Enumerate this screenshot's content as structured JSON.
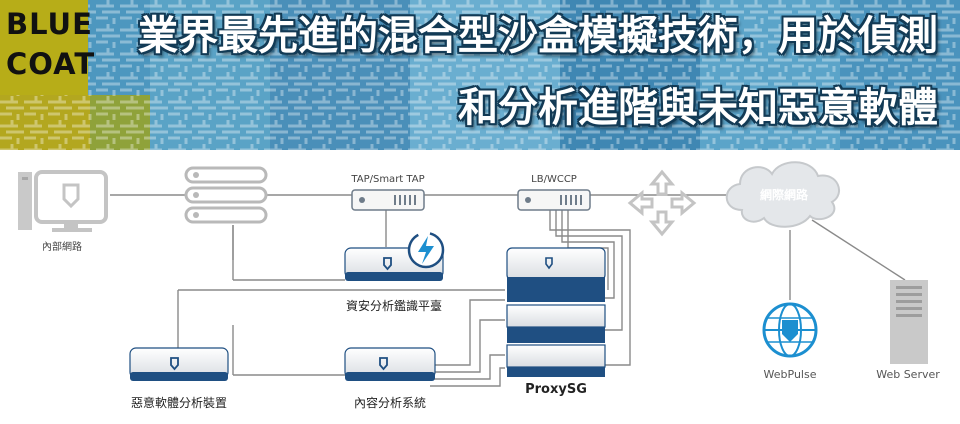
{
  "banner": {
    "logo_line1": "BLUE",
    "logo_line2": "COAT",
    "headline_line1": "業界最先進的混合型沙盒模擬技術，用於偵測",
    "headline_line2": "和分析進階與未知惡意軟體"
  },
  "diagram": {
    "internal_network_label": "內部網路",
    "tap_label": "TAP/Smart TAP",
    "lb_label": "LB/WCCP",
    "cloud_label": "網際網路",
    "analytics_platform_label": "資安分析鑑識平臺",
    "proxysg_label": "ProxySG",
    "malware_appliance_label": "惡意軟體分析裝置",
    "content_analysis_label": "內容分析系統",
    "webpulse_label": "WebPulse",
    "web_server_label": "Web Server"
  },
  "colors": {
    "accent_blue": "#1f4f82",
    "line_grey": "#8a8a8a",
    "icon_grey": "#c4c4c4",
    "logo_gold": "#b7ad18"
  }
}
